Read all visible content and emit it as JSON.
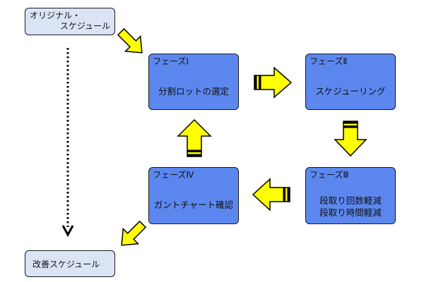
{
  "original_schedule": {
    "line1": "オリジナル・",
    "line2": "スケジュール"
  },
  "improved_schedule": {
    "label": "改善スケジュール"
  },
  "phases": [
    {
      "title": "フェーズⅠ",
      "lines": [
        "分割ロットの選定"
      ]
    },
    {
      "title": "フェーズⅡ",
      "lines": [
        "スケジューリング"
      ]
    },
    {
      "title": "フェーズⅢ",
      "lines": [
        "段取り回数軽減",
        "段取り時間軽減"
      ]
    },
    {
      "title": "フェーズⅣ",
      "lines": [
        "ガントチャート確認"
      ]
    }
  ],
  "colors": {
    "phase_fill": "#5c87ee",
    "endpoint_fill": "#dbe4f4",
    "arrow_fill": "#ffff00",
    "border": "#1a1a1a"
  }
}
